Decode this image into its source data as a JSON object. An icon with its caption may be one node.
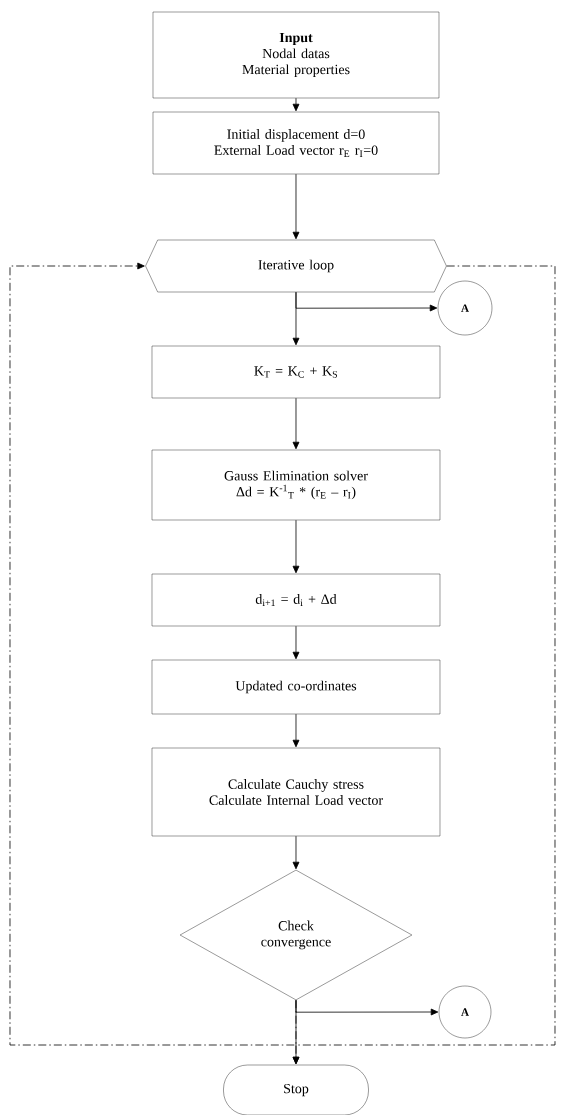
{
  "diagram": {
    "nodes": [
      {
        "text": [
          "Input",
          "Nodal datas Material properties"
        ]
      },
      {
        "text": [
          "Initial displacement d=0 External Load vector r$_{E}$ r$_{I}$=0"
        ]
      },
      {
        "text": [
          "Iterative loop"
        ]
      },
      {
        "text": [
          "A"
        ]
      },
      {
        "text": [
          "K$_{T}$ = K$_{C}$ + K$_{S}$"
        ]
      },
      {
        "text": [
          "Gauss Elimination solver Δd = K$^{-1}$$_{T}$ * (r$_{E}$ – r$_{I}$)"
        ]
      },
      {
        "text": [
          "d$_{i+1}$ = d$_{i}$ + Δd"
        ]
      },
      {
        "text": [
          "Updated co-ordinates"
        ]
      },
      {
        "text": [
          "Calculate Cauchy stress Calculate Internal Load vector"
        ]
      },
      {
        "text": [
          "Check convergence"
        ]
      },
      {
        "text": [
          "A"
        ]
      },
      {
        "text": [
          "Stop"
        ]
      }
    ],
    "edges": [
      {
        "from": 0,
        "to": 1,
        "arrow": "to"
      },
      {
        "from": 1,
        "to": 2,
        "arrow": "to"
      },
      {
        "from": 2,
        "to": 4,
        "arrow": "to"
      },
      {
        "from": 2,
        "to": 3,
        "arrow": "to"
      },
      {
        "from": 4,
        "to": 5,
        "arrow": "to"
      },
      {
        "from": 5,
        "to": 6,
        "arrow": "to"
      },
      {
        "from": 6,
        "to": 7,
        "arrow": "to"
      },
      {
        "from": 7,
        "to": 8,
        "arrow": "to"
      },
      {
        "from": 8,
        "to": 9,
        "arrow": "to"
      },
      {
        "from": 9,
        "to": 10,
        "arrow": "to"
      },
      {
        "from": 9,
        "to": 11,
        "arrow": "to"
      },
      {
        "from": 9,
        "to": 2,
        "arrow": "to",
        "style": "dashed"
      },
      {
        "from": 2,
        "to": 11,
        "arrow": "to",
        "style": "dashed"
      }
    ]
  }
}
